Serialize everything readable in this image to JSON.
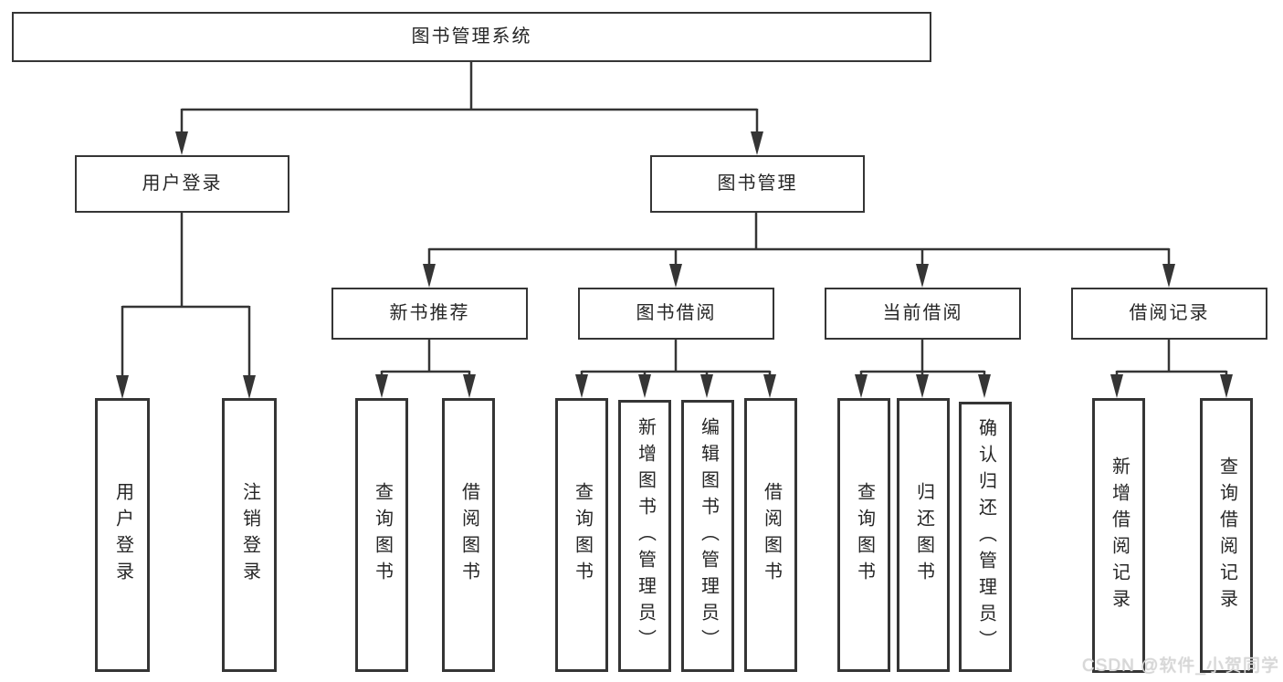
{
  "diagram": {
    "root": {
      "label": "图书管理系统"
    },
    "branches": [
      {
        "label": "用户登录",
        "children": [
          {
            "label": "用户登录"
          },
          {
            "label": "注销登录"
          }
        ]
      },
      {
        "label": "图书管理",
        "children": [
          {
            "label": "新书推荐",
            "children": [
              {
                "label": "查询图书"
              },
              {
                "label": "借阅图书"
              }
            ]
          },
          {
            "label": "图书借阅",
            "children": [
              {
                "label": "查询图书"
              },
              {
                "label": "新增图书（管理员）"
              },
              {
                "label": "编辑图书（管理员）"
              },
              {
                "label": "借阅图书"
              }
            ]
          },
          {
            "label": "当前借阅",
            "children": [
              {
                "label": "查询图书"
              },
              {
                "label": "归还图书"
              },
              {
                "label": "确认归还（管理员）"
              }
            ]
          },
          {
            "label": "借阅记录",
            "children": [
              {
                "label": "新增借阅记录"
              },
              {
                "label": "查询借阅记录"
              }
            ]
          }
        ]
      }
    ],
    "colors": {
      "line": "#353535",
      "text": "#262626",
      "background": "#ffffff",
      "watermark": "#d8d8d8"
    }
  },
  "watermark": {
    "text": "CSDN @软件_小贺同学"
  }
}
